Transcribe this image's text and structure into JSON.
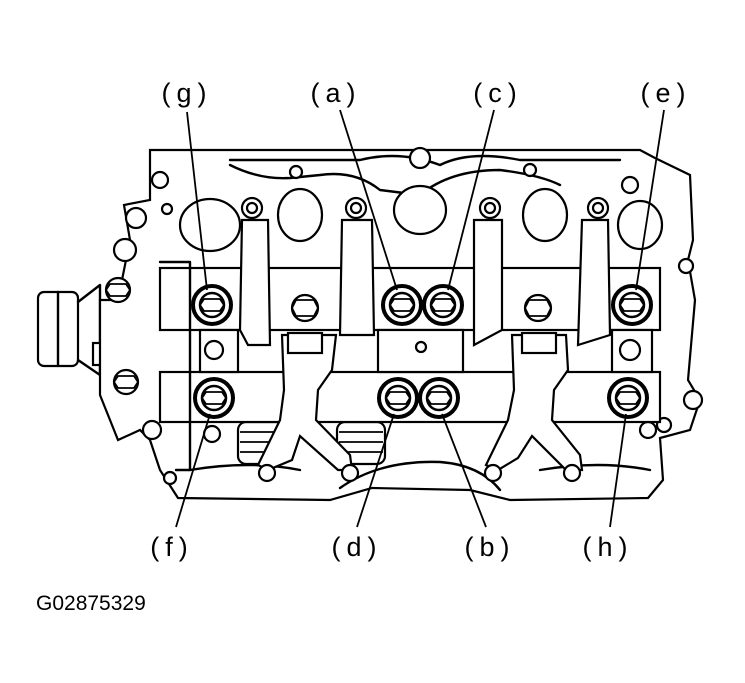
{
  "figure_code": "G02875329",
  "labels": {
    "a": "(a)",
    "b": "(b)",
    "c": "(c)",
    "d": "(d)",
    "e": "(e)",
    "f": "(f)",
    "g": "(g)",
    "h": "(h)"
  }
}
